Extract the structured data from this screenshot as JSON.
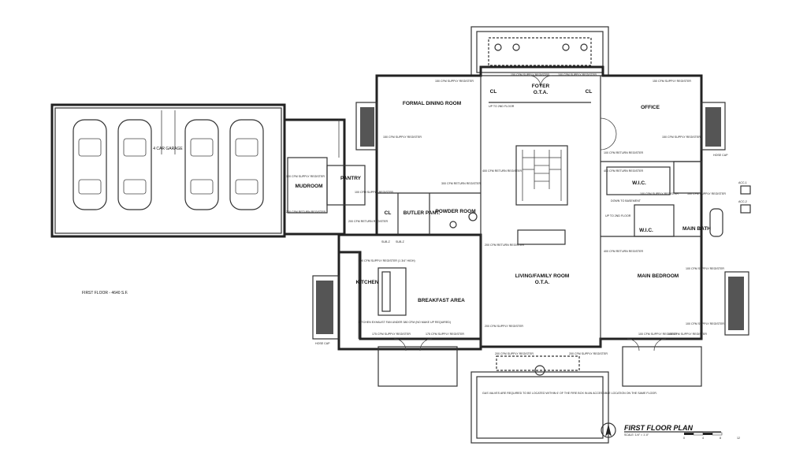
{
  "title": {
    "plan_name": "FIRST FLOOR PLAN",
    "scale": "SCALE: 1/4\" = 1'-0\"",
    "area": "FIRST FLOOR - 4640 S.F."
  },
  "scale_bar": [
    "0",
    "4",
    "8",
    "12"
  ],
  "rooms": {
    "garage": "4 CAR GARAGE",
    "mudroom": "MUDROOM",
    "pantry": "PANTRY",
    "cl_pantry": "CL",
    "butler": "BUTLER PANT.",
    "powder": "POWDER ROOM",
    "kitchen": "KITCHEN",
    "breakfast": "BREAKFAST AREA",
    "formal_dining": "FORMAL DINING ROOM",
    "foyer": "FOYER",
    "foyer_ota": "O.T.A.",
    "cl_left": "CL",
    "cl_right": "CL",
    "office": "OFFICE",
    "living": "LIVING/FAMILY ROOM",
    "living_ota": "O.T.A.",
    "wic1": "W.I.C.",
    "wic2": "W.I.C.",
    "main_bath": "MAIN BATH",
    "main_bed": "MAIN BEDROOM"
  },
  "equipment": {
    "acc1": "ACC-1",
    "acc2": "ACC-2",
    "hose_cap_left": "HOSE CAP",
    "hose_cap_right": "HOSE CAP",
    "sub1": "SUB-Z",
    "sub2": "SUB-Z"
  },
  "notes": {
    "up_2nd_floor": "UP TO 2ND FLOOR",
    "up_2nd_floor_right": "UP TO 2ND FLOOR",
    "down_basement": "DOWN TO BASEMENT",
    "kitchen_exhaust": "KITCHEN EXHAUST FAN UNDER 380 CFM (NO MAKE UP REQUIRED)",
    "gas_valves": "GAS VALVES ARE REQUIRED TO BE LOCATED WITHIN 6' OF THE FIRE BOX IN AN ACCESSIBLE LOCATION ON THE SAME FLOOR."
  },
  "registers": {
    "r_foyer_l": "150 CFM SUPPLY REGISTER",
    "r_foyer_r": "100 CFM SUPPLY REGISTER",
    "r_dining_top": "150 CFM SUPPLY REGISTER",
    "r_dining_side": "150 CFM SUPPLY REGISTER",
    "r_office_top": "150 CFM SUPPLY REGISTER",
    "r_office_side": "150 CFM SUPPLY REGISTER",
    "r_office_return": "100 CFM RETURN REGISTER",
    "r_mudroom": "100 CFM SUPPLY REGISTER",
    "r_mudroom_ret": "200 CFM RETURN REGISTER",
    "r_pantry": "100 CFM SUPPLY REGISTER",
    "r_return_garage": "200 CFM RETURN REGISTER",
    "r_butler": "300 CFM RETURN REGISTER",
    "r_stair_return": "400 CFM RETURN REGISTER",
    "r_living_ret": "200 CFM RETURN REGISTER",
    "r_kitchen_supply": "100 CFM SUPPLY REGISTER (1 3/4\" HIGH)",
    "r_break_l": "175 CFM SUPPLY REGISTER",
    "r_break_r": "175 CFM SUPPLY REGISTER",
    "r_living_sup": "200 CFM SUPPLY REGISTER",
    "r_living_bot_l": "200 CFM SUPPLY REGISTER",
    "r_living_bot_r": "200 CFM SUPPLY REGISTER",
    "r_bed_ret": "400 CFM RETURN REGISTER",
    "r_bed_r1": "100 CFM SUPPLY REGISTER",
    "r_bed_r2": "100 CFM SUPPLY REGISTER",
    "r_bed_bot_l": "100 CFM SUPPLY REGISTER",
    "r_bed_bot_r": "100 CFM SUPPLY REGISTER",
    "r_bath": "100 CFM SUPPLY REGISTER",
    "r_wic": "100 CFM SUPPLY REGISTER",
    "r_wic_ret": "400 CFM RETURN REGISTER"
  }
}
